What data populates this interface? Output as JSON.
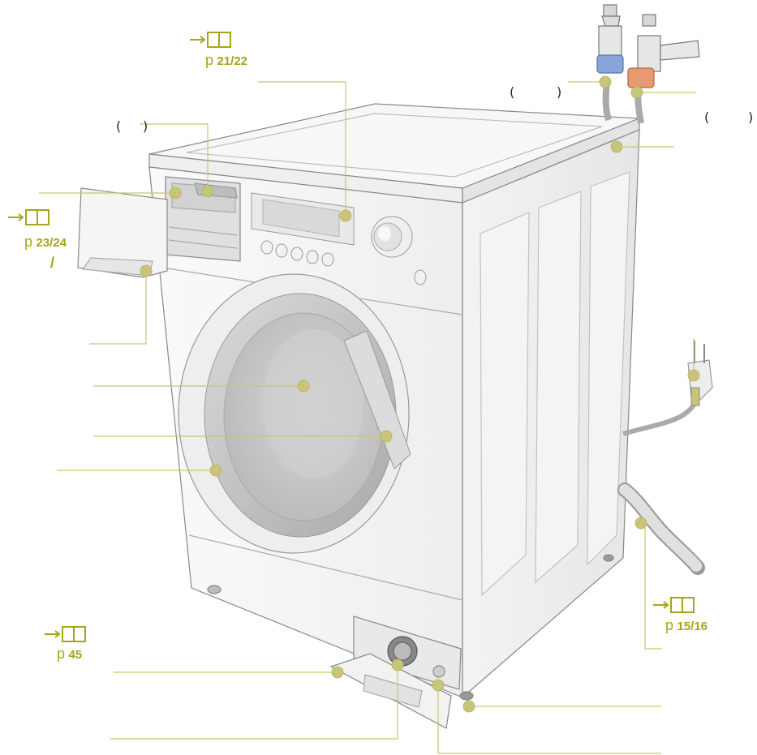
{
  "references": {
    "control_panel": {
      "prefix": "p",
      "pages": "21/22"
    },
    "dispenser": {
      "prefix": "p",
      "pages": "23/24"
    },
    "filter": {
      "prefix": "p",
      "pages": "45"
    },
    "drain_hose": {
      "prefix": "p",
      "pages": "15/16"
    }
  },
  "paren_labels": {
    "cold_tap": [
      "(",
      ")"
    ],
    "hot_tap": [
      "(",
      ")"
    ],
    "dispenser_compartment": [
      "(",
      ")"
    ]
  },
  "separator": "/",
  "icons": [
    "book-reference-icon"
  ],
  "colors": {
    "callout": "#c9c86a",
    "callout_dot": "#c8c57a",
    "reference_text": "#a5a51a",
    "cold_connector": "#8aa6d8",
    "hot_connector": "#e79a6f"
  }
}
